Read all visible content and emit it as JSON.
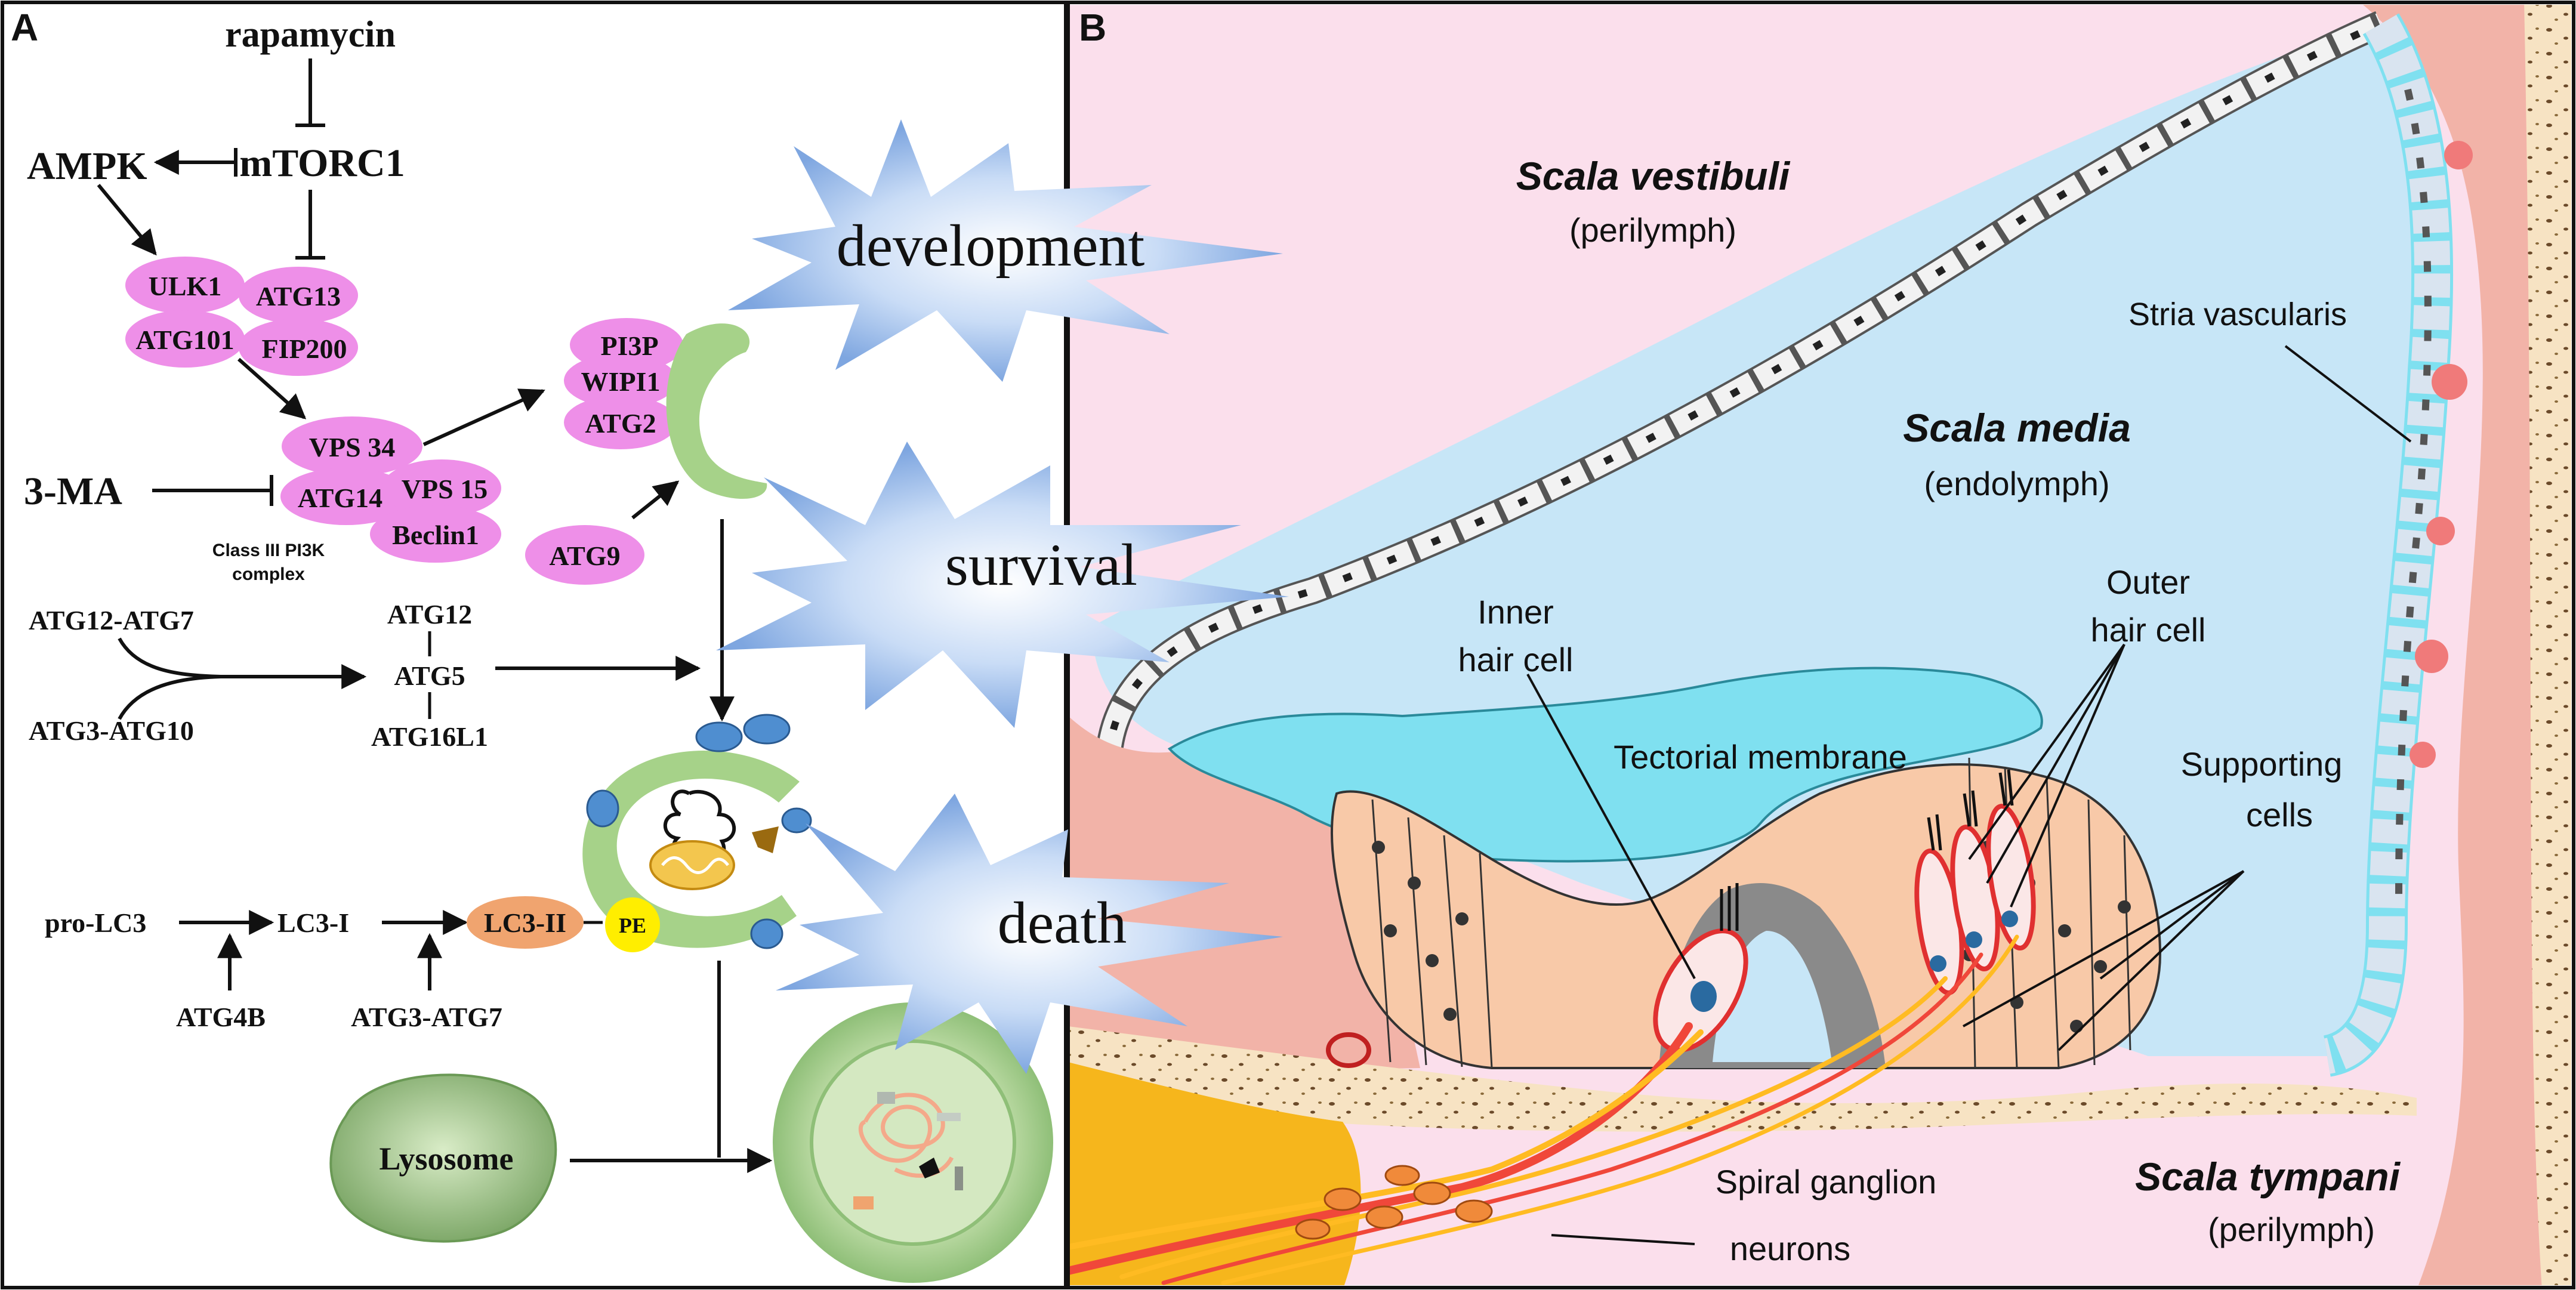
{
  "panel_a": {
    "letter": "A",
    "regulators": {
      "rapamycin": "rapamycin",
      "ampk": "AMPK",
      "mtorc1": "mTORC1",
      "three_ma": "3-MA"
    },
    "ulk_complex": [
      "ULK1",
      "ATG13",
      "ATG101",
      "FIP200"
    ],
    "pi3k_complex": [
      "VPS 34",
      "ATG14",
      "VPS 15",
      "Beclin1"
    ],
    "pi3k_caption": [
      "Class III PI3K",
      "complex"
    ],
    "phagophore_proteins": [
      "PI3P",
      "WIPI1",
      "ATG2"
    ],
    "atg9": "ATG9",
    "conjugation": {
      "atg12_atg7": "ATG12-ATG7",
      "atg3_atg10": "ATG3-ATG10",
      "atg12": "ATG12",
      "atg5": "ATG5",
      "atg16l1": "ATG16L1"
    },
    "lc3_pathway": {
      "pro_lc3": "pro-LC3",
      "lc3_i": "LC3-I",
      "lc3_ii": "LC3-II",
      "pe": "PE",
      "atg4b": "ATG4B",
      "atg3_atg7": "ATG3-ATG7"
    },
    "lysosome": "Lysosome"
  },
  "outcomes": [
    "development",
    "survival",
    "death"
  ],
  "panel_b": {
    "letter": "B",
    "scala_vestibuli": "Scala vestibuli",
    "scala_vestibuli_fluid": "(perilymph)",
    "scala_media": "Scala media",
    "scala_media_fluid": "(endolymph)",
    "scala_tympani": "Scala tympani",
    "scala_tympani_fluid": "(perilymph)",
    "stria_vascularis": "Stria vascularis",
    "inner_hair_cell": [
      "Inner",
      "hair cell"
    ],
    "outer_hair_cell": [
      "Outer",
      "hair cell"
    ],
    "tectorial_membrane": "Tectorial membrane",
    "supporting_cells": [
      "Supporting",
      "cells"
    ],
    "spiral_ganglion": [
      "Spiral ganglion",
      "neurons"
    ]
  },
  "colors": {
    "atg_protein": "#ee8fe8",
    "membrane_green": "#a6d289",
    "lc3_ii": "#f0a46f",
    "pe": "#ffee00",
    "burst_blue": "#8fb4e8",
    "perilymph_pink": "#fbdfec",
    "endolymph_blue": "#c7e6f7",
    "tectorial_cyan": "#7fe0f0",
    "organ_peach": "#f8c9a8",
    "nerve_red": "#f0473a",
    "nerve_yellow": "#ffbb22",
    "bone_orange": "#f6b61c"
  }
}
